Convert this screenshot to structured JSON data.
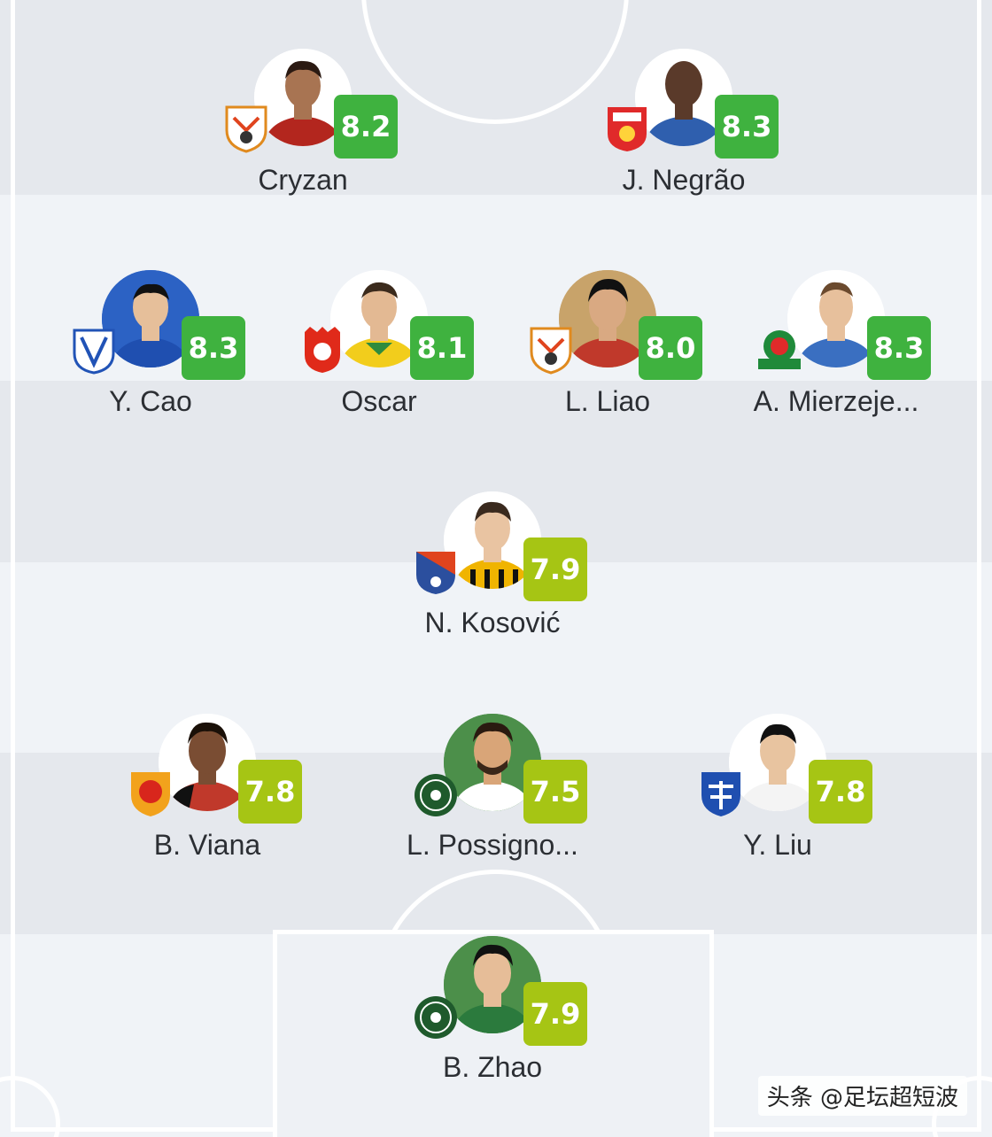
{
  "lineup": {
    "players": [
      {
        "name": "Cryzan",
        "rating": "8.2",
        "rating_color": "#3fb23f",
        "club_badge": "shandong-taishan-badge-icon",
        "jersey": "#b3261e"
      },
      {
        "name": "J. Negrão",
        "rating": "8.3",
        "rating_color": "#3fb23f",
        "club_badge": "changchun-yatai-badge-icon",
        "jersey": "#2f5fae"
      },
      {
        "name": "Y. Cao",
        "rating": "8.3",
        "rating_color": "#3fb23f",
        "club_badge": "shanghai-shenhua-badge-icon",
        "jersey": "#2c62c4"
      },
      {
        "name": "Oscar",
        "rating": "8.1",
        "rating_color": "#3fb23f",
        "club_badge": "shanghai-port-badge-icon",
        "jersey": "#f2cd1c"
      },
      {
        "name": "L. Liao",
        "rating": "8.0",
        "rating_color": "#3fb23f",
        "club_badge": "shandong-taishan-badge-icon",
        "jersey": "#c0392b"
      },
      {
        "name": "A. Mierzeje...",
        "rating": "8.3",
        "rating_color": "#3fb23f",
        "club_badge": "zhejiang-badge-icon",
        "jersey": "#3a6fc1"
      },
      {
        "name": "N. Kosović",
        "rating": "7.9",
        "rating_color": "#a6c514",
        "club_badge": "meizhou-hakka-badge-icon",
        "jersey": "#f0b400"
      },
      {
        "name": "B. Viana",
        "rating": "7.8",
        "rating_color": "#a6c514",
        "club_badge": "wuhan-three-towns-badge-icon",
        "jersey": "#c0392b"
      },
      {
        "name": "L. Possigno...",
        "rating": "7.5",
        "rating_color": "#a6c514",
        "club_badge": "chengdu-rongcheng-badge-icon",
        "jersey": "#2b7a3d"
      },
      {
        "name": "Y. Liu",
        "rating": "7.8",
        "rating_color": "#a6c514",
        "club_badge": "tianjin-jinmen-tiger-badge-icon",
        "jersey": "#ffffff"
      },
      {
        "name": "B. Zhao",
        "rating": "7.9",
        "rating_color": "#a6c514",
        "club_badge": "chengdu-rongcheng-badge-icon",
        "jersey": "#2b7a3d"
      }
    ]
  },
  "watermark": "头条 @足坛超短波"
}
